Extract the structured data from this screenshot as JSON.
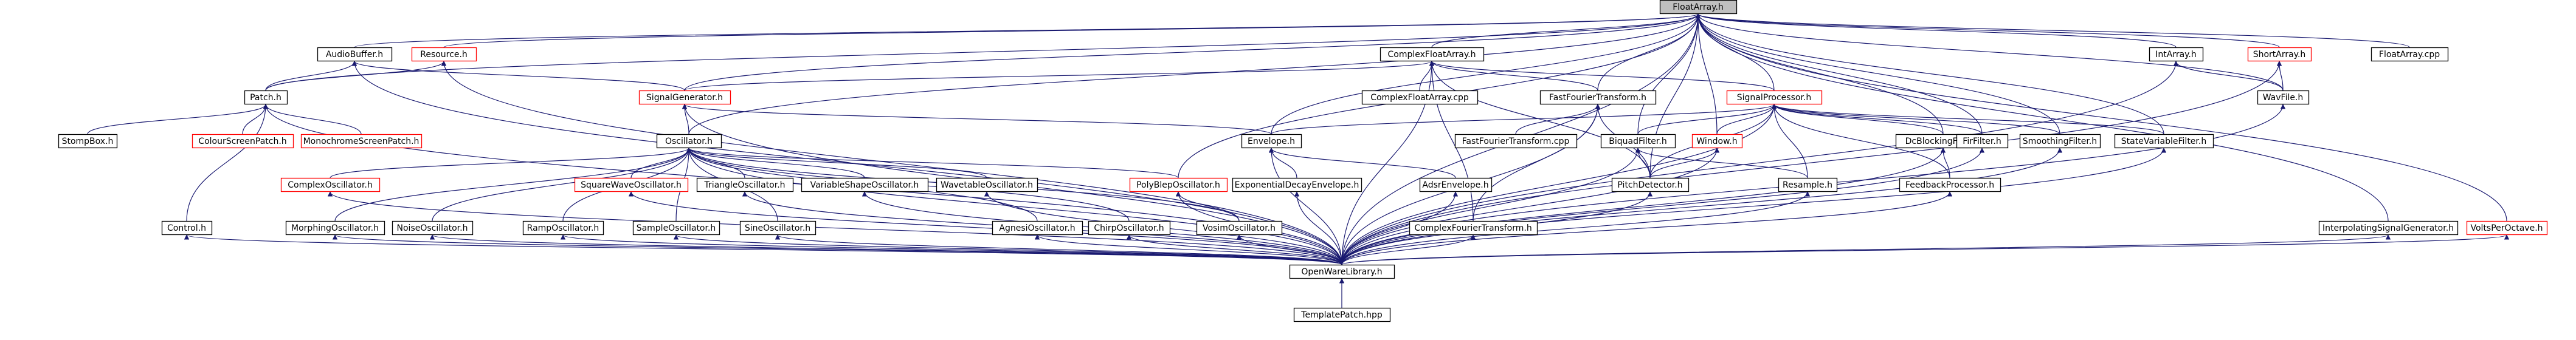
{
  "colors": {
    "edge": "#191970",
    "node_border_default": "#000000",
    "node_border_missing": "#ff0000",
    "node_fill": "#ffffff",
    "focus_fill": "#bfbfbf",
    "text": "#000000"
  },
  "nodes": {
    "FloatArray.h": "FloatArray.h",
    "AudioBuffer.h": "AudioBuffer.h",
    "Resource.h": "Resource.h",
    "ComplexFloatArray.h": "ComplexFloatArray.h",
    "IntArray.h": "IntArray.h",
    "ShortArray.h": "ShortArray.h",
    "FloatArray.cpp": "FloatArray.cpp",
    "Patch.h": "Patch.h",
    "SignalGenerator.h": "SignalGenerator.h",
    "ComplexFloatArray.cpp": "ComplexFloatArray.cpp",
    "FastFourierTransform.h": "FastFourierTransform.h",
    "SignalProcessor.h": "SignalProcessor.h",
    "WavFile.h": "WavFile.h",
    "StompBox.h": "StompBox.h",
    "ColourScreenPatch.h": "ColourScreenPatch.h",
    "MonochromeScreenPatch.h": "MonochromeScreenPatch.h",
    "Oscillator.h": "Oscillator.h",
    "Envelope.h": "Envelope.h",
    "FastFourierTransform.cpp": "FastFourierTransform.cpp",
    "BiquadFilter.h": "BiquadFilter.h",
    "Window.h": "Window.h",
    "DcBlockingFilter.h": "DcBlockingFilter.h",
    "FirFilter.h": "FirFilter.h",
    "SmoothingFilter.h": "SmoothingFilter.h",
    "StateVariableFilter.h": "StateVariableFilter.h",
    "ComplexOscillator.h": "ComplexOscillator.h",
    "SquareWaveOscillator.h": "SquareWaveOscillator.h",
    "TriangleOscillator.h": "TriangleOscillator.h",
    "VariableShapeOscillator.h": "VariableShapeOscillator.h",
    "WavetableOscillator.h": "WavetableOscillator.h",
    "PolyBlepOscillator.h": "PolyBlepOscillator.h",
    "ExponentialDecayEnvelope.h": "ExponentialDecayEnvelope.h",
    "AdsrEnvelope.h": "AdsrEnvelope.h",
    "PitchDetector.h": "PitchDetector.h",
    "Resample.h": "Resample.h",
    "FeedbackProcessor.h": "FeedbackProcessor.h",
    "Control.h": "Control.h",
    "MorphingOscillator.h": "MorphingOscillator.h",
    "NoiseOscillator.h": "NoiseOscillator.h",
    "RampOscillator.h": "RampOscillator.h",
    "SampleOscillator.h": "SampleOscillator.h",
    "SineOscillator.h": "SineOscillator.h",
    "AgnesiOscillator.h": "AgnesiOscillator.h",
    "ChirpOscillator.h": "ChirpOscillator.h",
    "VosimOscillator.h": "VosimOscillator.h",
    "ComplexFourierTransform.h": "ComplexFourierTransform.h",
    "InterpolatingSignalGenerator.h": "InterpolatingSignalGenerator.h",
    "VoltsPerOctave.h": "VoltsPerOctave.h",
    "OpenWareLibrary.h": "OpenWareLibrary.h",
    "TemplatePatch.hpp": "TemplatePatch.hpp"
  },
  "edges": [
    [
      "FloatArray.h",
      "AudioBuffer.h"
    ],
    [
      "FloatArray.h",
      "Resource.h"
    ],
    [
      "FloatArray.h",
      "ComplexFloatArray.h"
    ],
    [
      "FloatArray.h",
      "IntArray.h"
    ],
    [
      "FloatArray.h",
      "ShortArray.h"
    ],
    [
      "FloatArray.h",
      "FloatArray.cpp"
    ],
    [
      "FloatArray.h",
      "Patch.h"
    ],
    [
      "FloatArray.h",
      "SignalGenerator.h"
    ],
    [
      "FloatArray.h",
      "FastFourierTransform.h"
    ],
    [
      "FloatArray.h",
      "SignalProcessor.h"
    ],
    [
      "FloatArray.h",
      "WavFile.h"
    ],
    [
      "FloatArray.h",
      "Oscillator.h"
    ],
    [
      "FloatArray.h",
      "Envelope.h"
    ],
    [
      "FloatArray.h",
      "BiquadFilter.h"
    ],
    [
      "FloatArray.h",
      "Window.h"
    ],
    [
      "FloatArray.h",
      "DcBlockingFilter.h"
    ],
    [
      "FloatArray.h",
      "FirFilter.h"
    ],
    [
      "FloatArray.h",
      "SmoothingFilter.h"
    ],
    [
      "FloatArray.h",
      "StateVariableFilter.h"
    ],
    [
      "FloatArray.h",
      "PolyBlepOscillator.h"
    ],
    [
      "FloatArray.h",
      "PitchDetector.h"
    ],
    [
      "FloatArray.h",
      "InterpolatingSignalGenerator.h"
    ],
    [
      "FloatArray.h",
      "VoltsPerOctave.h"
    ],
    [
      "FloatArray.h",
      "OpenWareLibrary.h"
    ],
    [
      "AudioBuffer.h",
      "Patch.h"
    ],
    [
      "AudioBuffer.h",
      "SignalGenerator.h"
    ],
    [
      "AudioBuffer.h",
      "OpenWareLibrary.h"
    ],
    [
      "Resource.h",
      "Patch.h"
    ],
    [
      "Resource.h",
      "OpenWareLibrary.h"
    ],
    [
      "ComplexFloatArray.h",
      "SignalGenerator.h"
    ],
    [
      "ComplexFloatArray.h",
      "ComplexFloatArray.cpp"
    ],
    [
      "ComplexFloatArray.h",
      "FastFourierTransform.h"
    ],
    [
      "ComplexFloatArray.h",
      "SignalProcessor.h"
    ],
    [
      "ComplexFloatArray.h",
      "ComplexFourierTransform.h"
    ],
    [
      "ComplexFloatArray.h",
      "PitchDetector.h"
    ],
    [
      "ComplexFloatArray.h",
      "OpenWareLibrary.h"
    ],
    [
      "IntArray.h",
      "WavFile.h"
    ],
    [
      "IntArray.h",
      "OpenWareLibrary.h"
    ],
    [
      "ShortArray.h",
      "WavFile.h"
    ],
    [
      "ShortArray.h",
      "OpenWareLibrary.h"
    ],
    [
      "Patch.h",
      "StompBox.h"
    ],
    [
      "Patch.h",
      "ColourScreenPatch.h"
    ],
    [
      "Patch.h",
      "MonochromeScreenPatch.h"
    ],
    [
      "Patch.h",
      "Control.h"
    ],
    [
      "Patch.h",
      "OpenWareLibrary.h"
    ],
    [
      "SignalGenerator.h",
      "Oscillator.h"
    ],
    [
      "SignalGenerator.h",
      "Envelope.h"
    ],
    [
      "SignalGenerator.h",
      "OpenWareLibrary.h"
    ],
    [
      "FastFourierTransform.h",
      "FastFourierTransform.cpp"
    ],
    [
      "FastFourierTransform.h",
      "PitchDetector.h"
    ],
    [
      "FastFourierTransform.h",
      "ComplexFourierTransform.h"
    ],
    [
      "FastFourierTransform.h",
      "OpenWareLibrary.h"
    ],
    [
      "SignalProcessor.h",
      "Envelope.h"
    ],
    [
      "SignalProcessor.h",
      "BiquadFilter.h"
    ],
    [
      "SignalProcessor.h",
      "Window.h"
    ],
    [
      "SignalProcessor.h",
      "DcBlockingFilter.h"
    ],
    [
      "SignalProcessor.h",
      "FirFilter.h"
    ],
    [
      "SignalProcessor.h",
      "SmoothingFilter.h"
    ],
    [
      "SignalProcessor.h",
      "StateVariableFilter.h"
    ],
    [
      "SignalProcessor.h",
      "Resample.h"
    ],
    [
      "SignalProcessor.h",
      "FeedbackProcessor.h"
    ],
    [
      "SignalProcessor.h",
      "PitchDetector.h"
    ],
    [
      "SignalProcessor.h",
      "OpenWareLibrary.h"
    ],
    [
      "WavFile.h",
      "OpenWareLibrary.h"
    ],
    [
      "Oscillator.h",
      "ComplexOscillator.h"
    ],
    [
      "Oscillator.h",
      "SquareWaveOscillator.h"
    ],
    [
      "Oscillator.h",
      "TriangleOscillator.h"
    ],
    [
      "Oscillator.h",
      "VariableShapeOscillator.h"
    ],
    [
      "Oscillator.h",
      "WavetableOscillator.h"
    ],
    [
      "Oscillator.h",
      "PolyBlepOscillator.h"
    ],
    [
      "Oscillator.h",
      "MorphingOscillator.h"
    ],
    [
      "Oscillator.h",
      "NoiseOscillator.h"
    ],
    [
      "Oscillator.h",
      "RampOscillator.h"
    ],
    [
      "Oscillator.h",
      "SampleOscillator.h"
    ],
    [
      "Oscillator.h",
      "SineOscillator.h"
    ],
    [
      "Oscillator.h",
      "AgnesiOscillator.h"
    ],
    [
      "Oscillator.h",
      "ChirpOscillator.h"
    ],
    [
      "Oscillator.h",
      "VosimOscillator.h"
    ],
    [
      "Oscillator.h",
      "OpenWareLibrary.h"
    ],
    [
      "Envelope.h",
      "ExponentialDecayEnvelope.h"
    ],
    [
      "Envelope.h",
      "AdsrEnvelope.h"
    ],
    [
      "Envelope.h",
      "OpenWareLibrary.h"
    ],
    [
      "BiquadFilter.h",
      "PitchDetector.h"
    ],
    [
      "BiquadFilter.h",
      "Resample.h"
    ],
    [
      "BiquadFilter.h",
      "OpenWareLibrary.h"
    ],
    [
      "Window.h",
      "PitchDetector.h"
    ],
    [
      "Window.h",
      "OpenWareLibrary.h"
    ],
    [
      "DcBlockingFilter.h",
      "FeedbackProcessor.h"
    ],
    [
      "DcBlockingFilter.h",
      "OpenWareLibrary.h"
    ],
    [
      "FirFilter.h",
      "OpenWareLibrary.h"
    ],
    [
      "SmoothingFilter.h",
      "OpenWareLibrary.h"
    ],
    [
      "StateVariableFilter.h",
      "OpenWareLibrary.h"
    ],
    [
      "ComplexOscillator.h",
      "OpenWareLibrary.h"
    ],
    [
      "SquareWaveOscillator.h",
      "OpenWareLibrary.h"
    ],
    [
      "TriangleOscillator.h",
      "OpenWareLibrary.h"
    ],
    [
      "VariableShapeOscillator.h",
      "OpenWareLibrary.h"
    ],
    [
      "WavetableOscillator.h",
      "OpenWareLibrary.h"
    ],
    [
      "PolyBlepOscillator.h",
      "VosimOscillator.h"
    ],
    [
      "PolyBlepOscillator.h",
      "OpenWareLibrary.h"
    ],
    [
      "ExponentialDecayEnvelope.h",
      "OpenWareLibrary.h"
    ],
    [
      "AdsrEnvelope.h",
      "OpenWareLibrary.h"
    ],
    [
      "PitchDetector.h",
      "OpenWareLibrary.h"
    ],
    [
      "Resample.h",
      "OpenWareLibrary.h"
    ],
    [
      "FeedbackProcessor.h",
      "OpenWareLibrary.h"
    ],
    [
      "Control.h",
      "OpenWareLibrary.h"
    ],
    [
      "MorphingOscillator.h",
      "OpenWareLibrary.h"
    ],
    [
      "NoiseOscillator.h",
      "OpenWareLibrary.h"
    ],
    [
      "RampOscillator.h",
      "OpenWareLibrary.h"
    ],
    [
      "SampleOscillator.h",
      "OpenWareLibrary.h"
    ],
    [
      "SineOscillator.h",
      "OpenWareLibrary.h"
    ],
    [
      "AgnesiOscillator.h",
      "OpenWareLibrary.h"
    ],
    [
      "ChirpOscillator.h",
      "OpenWareLibrary.h"
    ],
    [
      "VosimOscillator.h",
      "OpenWareLibrary.h"
    ],
    [
      "ComplexFourierTransform.h",
      "OpenWareLibrary.h"
    ],
    [
      "InterpolatingSignalGenerator.h",
      "OpenWareLibrary.h"
    ],
    [
      "VoltsPerOctave.h",
      "OpenWareLibrary.h"
    ],
    [
      "OpenWareLibrary.h",
      "TemplatePatch.hpp"
    ]
  ]
}
